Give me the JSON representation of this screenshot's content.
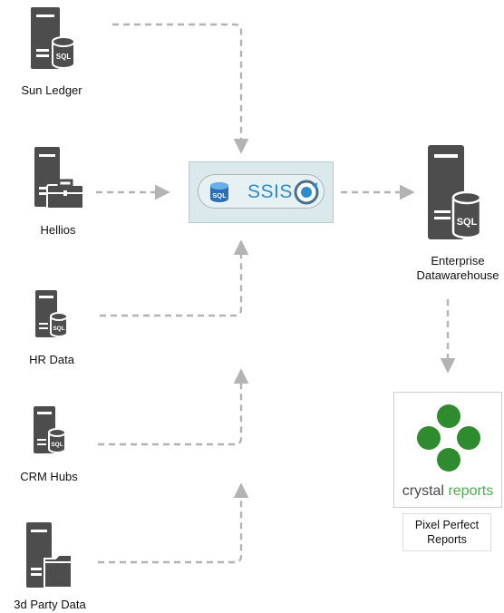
{
  "sources": [
    {
      "id": "sun-ledger",
      "label": "Sun Ledger",
      "icon": "server-sql-icon"
    },
    {
      "id": "hellios",
      "label": "Hellios",
      "icon": "server-briefcase-icon"
    },
    {
      "id": "hr-data",
      "label": "HR Data",
      "icon": "server-sql-icon"
    },
    {
      "id": "crm-hubs",
      "label": "CRM Hubs",
      "icon": "server-sql-icon"
    },
    {
      "id": "3d-party-data",
      "label": "3d Party Data",
      "icon": "server-folder-icon"
    }
  ],
  "ssis": {
    "label": "SSIS",
    "db_badge": "SQL",
    "icon": "ssis-package-icon"
  },
  "warehouse": {
    "label_line1": "Enterprise",
    "label_line2": "Datawarehouse",
    "badge": "SQL",
    "icon": "server-sql-icon"
  },
  "reporting": {
    "brand_word1": "crystal",
    "brand_word2": "reports",
    "caption_line1": "Pixel Perfect",
    "caption_line2": "Reports",
    "icon": "crystal-reports-logo"
  },
  "colors": {
    "server": "#4d4d4d",
    "arrow": "#b3b3b3",
    "ssis_blue": "#2a8bd0",
    "crystal_green": "#2e8b2e"
  }
}
